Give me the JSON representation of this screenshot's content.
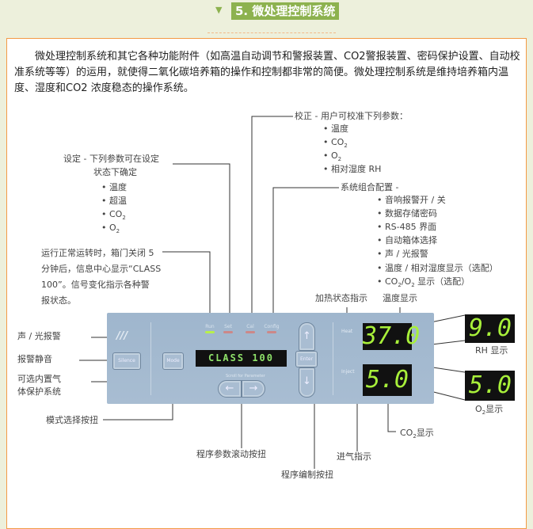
{
  "header": {
    "title": "5. 微处理控制系统"
  },
  "intro": "微处理控制系统和其它各种功能附件（如高温自动调节和警报装置、CO2警报装置、密码保护设置、自动校准系统等等）的运用，就使得二氧化碳培养箱的操作和控制都非常的简便。微处理控制系统是维持培养箱内温度、湿度和CO2 浓度稳态的操作系统。",
  "diagram": {
    "setting": {
      "title": "设定 - 下列参数可在设定",
      "title2": "状态下确定",
      "items": [
        "温度",
        "超温",
        "CO",
        "O"
      ]
    },
    "calibration": {
      "title": "校正 - 用户可校准下列参数：",
      "items": [
        "温度",
        "CO",
        "O",
        "相对湿度 RH"
      ]
    },
    "config": {
      "title": "系统组合配置 -",
      "items": [
        "音响报警开 / 关",
        "数据存储密码",
        "RS-485 界面",
        "自动箱体选择",
        "声 / 光报警",
        "温度 / 相对湿度显示（选配）",
        "CO",
        "/O",
        "显示（选配）"
      ]
    },
    "run_note": [
      "运行正常运转时，箱门关闭 5",
      "分钟后，信息中心显示“CLASS",
      "100”。信号变化指示各种警",
      "报状态。"
    ],
    "heat_indicator": "加热状态指示",
    "temp_display": "温度显示",
    "alarm": "声 / 光报警",
    "silence": "报警静音",
    "gas_protect": [
      "可选内置气",
      "体保护系统"
    ],
    "mode_button": "模式选择按扭",
    "scroll_buttons": "程序参数滚动按扭",
    "program_buttons": "程序编制按扭",
    "inject_indicator": "进气指示",
    "co2_display": "CO",
    "co2_display_suffix": "显示",
    "rh_display": "RH 显示",
    "o2_display": "O",
    "o2_display_suffix": "显示",
    "sub2": "2"
  },
  "panel": {
    "leds": [
      "Run",
      "Set",
      "Cal",
      "Config"
    ],
    "silence": "Silence",
    "mode": "Mode",
    "enter": "Enter",
    "heat": "Heat",
    "inject": "Inject",
    "scroll_label": "Scroll for Parameter",
    "message": "CLASS 100",
    "temp": "37.0",
    "co2": "5.0",
    "rh": "9.0",
    "o2": "5.0"
  }
}
